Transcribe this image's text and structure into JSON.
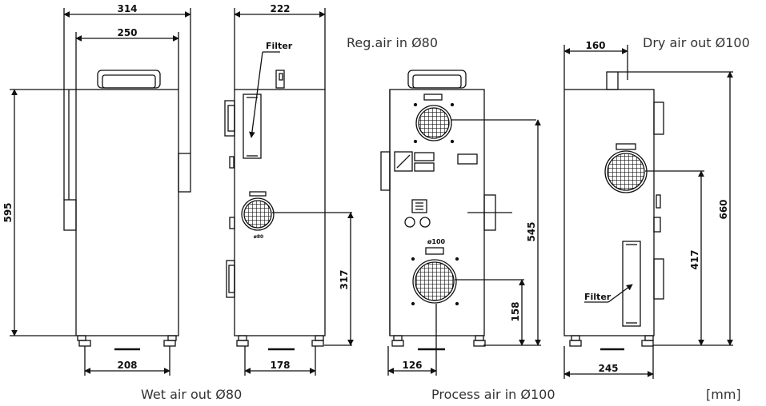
{
  "captions": {
    "reg_air_in": "Reg.air in Ø80",
    "dry_air_out": "Dry air out Ø100",
    "wet_air_out": "Wet air out Ø80",
    "process_air_in": "Process air in Ø100",
    "unit": "[mm]"
  },
  "dimensions": {
    "front_total_width": "314",
    "front_inner_width": "250",
    "front_height": "595",
    "front_foot_width": "208",
    "side_left_width": "222",
    "side_left_foot": "178",
    "side_left_outlet_height": "317",
    "back_foot_offset": "126",
    "back_inlet_height": "158",
    "back_height": "545",
    "side_right_top": "160",
    "side_right_height": "660",
    "side_right_outlet_height": "417",
    "side_right_foot": "245"
  },
  "labels": {
    "filter_left": "Filter",
    "filter_right": "Filter",
    "nozzle_d100": "ø100",
    "nozzle_d80": "ø80"
  },
  "colors": {
    "line": "#111111",
    "caption": "#333333"
  }
}
